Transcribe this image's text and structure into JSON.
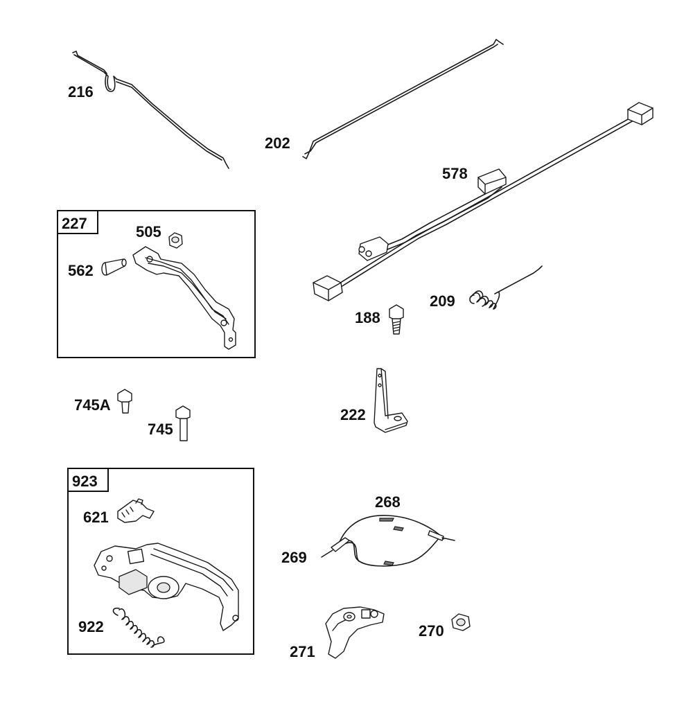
{
  "labels": {
    "p216": "216",
    "p202": "202",
    "p578": "578",
    "p227": "227",
    "p505": "505",
    "p562": "562",
    "p209": "209",
    "p188": "188",
    "p745A": "745A",
    "p745": "745",
    "p222": "222",
    "p923": "923",
    "p621": "621",
    "p268": "268",
    "p269": "269",
    "p922": "922",
    "p270": "270",
    "p271": "271"
  }
}
